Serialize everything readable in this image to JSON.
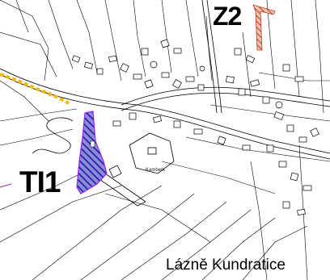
{
  "zones": {
    "z2": {
      "label": "Z2",
      "hatch_color": "#c0392b",
      "fill": "#e8c6a8"
    },
    "ti1": {
      "label": "TI1",
      "hatch_color": "#1a1aa0",
      "outline": "#a020f0",
      "fill": "#8a8ad8"
    }
  },
  "place_name": "Lázně Kundratice",
  "landmark_label": "Kamberk",
  "colors": {
    "lines": "#000000",
    "background": "#ffffff",
    "dashed_boundary": "#f0b800"
  }
}
